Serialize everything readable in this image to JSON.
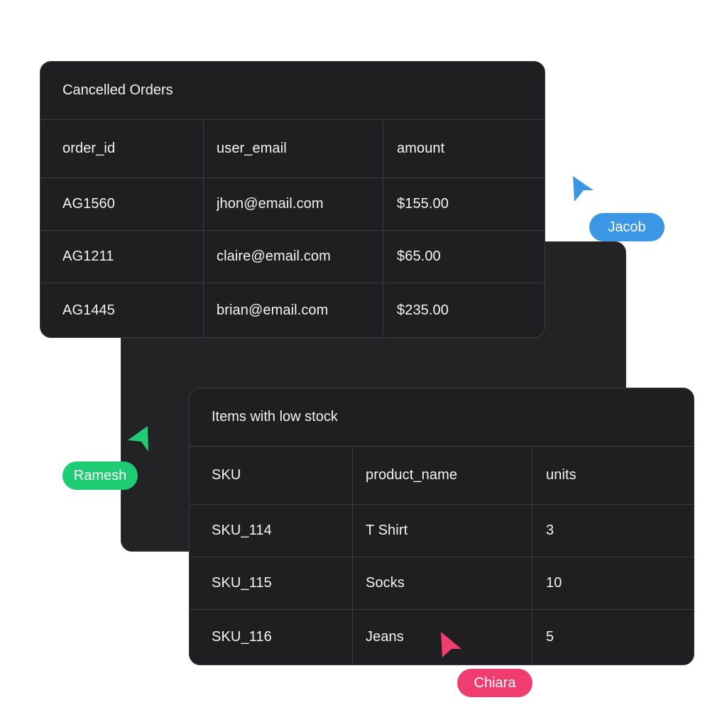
{
  "orders_table": {
    "title": "Cancelled Orders",
    "columns": [
      "order_id",
      "user_email",
      "amount"
    ],
    "rows": [
      [
        "AG1560",
        "jhon@email.com",
        "$155.00"
      ],
      [
        "AG1211",
        "claire@email.com",
        "$65.00"
      ],
      [
        "AG1445",
        "brian@email.com",
        "$235.00"
      ]
    ]
  },
  "stock_table": {
    "title": "Items with low stock",
    "columns": [
      "SKU",
      "product_name",
      "units"
    ],
    "rows": [
      [
        "SKU_114",
        "T Shirt",
        "3"
      ],
      [
        "SKU_115",
        "Socks",
        "10"
      ],
      [
        "SKU_116",
        "Jeans",
        "5"
      ]
    ]
  },
  "collaborators": [
    {
      "name": "Jacob",
      "color": "#3b97e6",
      "icon": "cursor-arrow-icon"
    },
    {
      "name": "Ramesh",
      "color": "#1fcc73",
      "icon": "cursor-arrow-icon"
    },
    {
      "name": "Chiara",
      "color": "#ef3d6f",
      "icon": "cursor-arrow-icon"
    }
  ]
}
